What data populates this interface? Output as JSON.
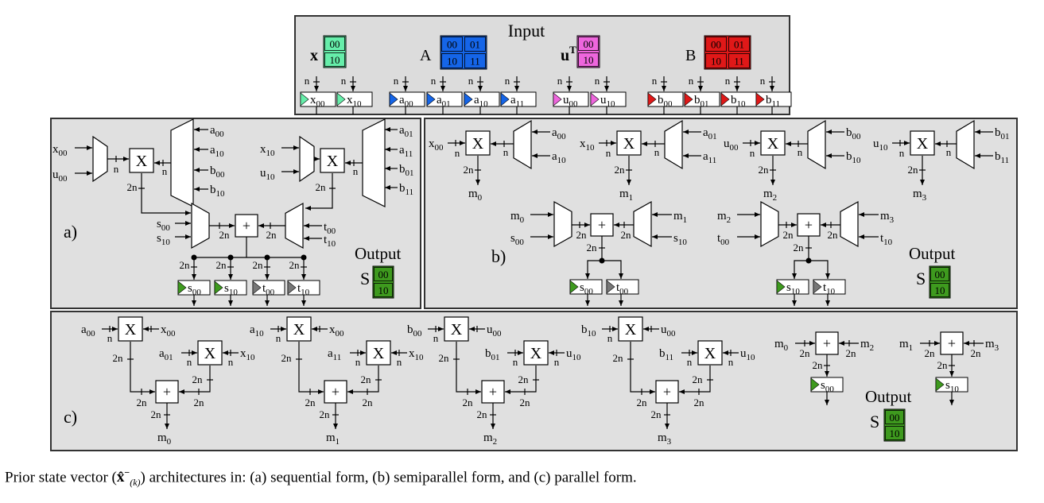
{
  "input_panel": {
    "title": "Input",
    "vectors": [
      {
        "name": "x",
        "bold": true,
        "superscript": "",
        "color": "#66eeaa",
        "cells": [
          "00",
          "10"
        ]
      },
      {
        "name": "u",
        "bold": true,
        "superscript": "T",
        "color": "#ee66dd",
        "cells": [
          "00",
          "10"
        ]
      }
    ],
    "matrices": [
      {
        "name": "A",
        "color": "#1565e8",
        "cells": [
          "00",
          "01",
          "10",
          "11"
        ]
      },
      {
        "name": "B",
        "color": "#e01818",
        "cells": [
          "00",
          "01",
          "10",
          "11"
        ]
      }
    ],
    "bus_width": "n",
    "registers": [
      {
        "base": "x",
        "sub": "00",
        "color": "#66eeaa"
      },
      {
        "base": "x",
        "sub": "10",
        "color": "#66eeaa"
      },
      {
        "base": "a",
        "sub": "00",
        "color": "#1565e8"
      },
      {
        "base": "a",
        "sub": "01",
        "color": "#1565e8"
      },
      {
        "base": "a",
        "sub": "10",
        "color": "#1565e8"
      },
      {
        "base": "a",
        "sub": "11",
        "color": "#1565e8"
      },
      {
        "base": "u",
        "sub": "00",
        "color": "#ee66dd"
      },
      {
        "base": "u",
        "sub": "10",
        "color": "#ee66dd"
      },
      {
        "base": "b",
        "sub": "00",
        "color": "#e01818"
      },
      {
        "base": "b",
        "sub": "01",
        "color": "#e01818"
      },
      {
        "base": "b",
        "sub": "10",
        "color": "#e01818"
      },
      {
        "base": "b",
        "sub": "11",
        "color": "#e01818"
      }
    ]
  },
  "labels": {
    "panel_a": "a)",
    "panel_b": "b)",
    "panel_c": "c)",
    "multiplier": "X",
    "adder": "+",
    "n": "n",
    "two_n": "2n"
  },
  "output": {
    "title": "Output",
    "name": "S",
    "color": "#3e9a1e",
    "cells": [
      "00",
      "10"
    ]
  },
  "colors": {
    "panel_bg": "#e0e0e0",
    "input_bg": "#dcdcdc",
    "s_register": "#3e9a1e",
    "t_register": "#777777"
  },
  "caption": {
    "prefix": "Prior state vector (",
    "symbol": "x̂",
    "superscript": "−",
    "subscript": "(k)",
    "suffix": ") architectures in: (a) sequential form, (b) semiparallel form, and (c) parallel form."
  }
}
